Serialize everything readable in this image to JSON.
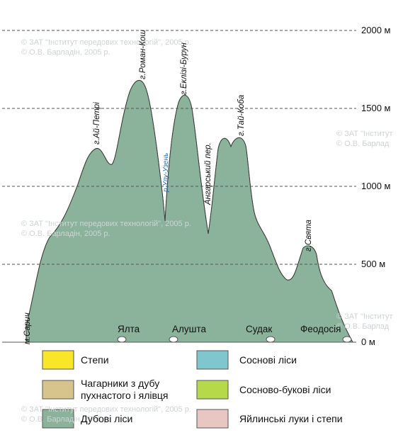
{
  "watermark": {
    "line1": "© ЗАТ \"Інститут передових технологій\", 2005 р.",
    "line2": "© О.В. Барладін, 2005 р.",
    "partial1": "© ЗАТ \"Інститут",
    "partial2": "© О.В. Барлад"
  },
  "elevations": [
    {
      "value": 2000,
      "label": "2000 м"
    },
    {
      "value": 1500,
      "label": "1500 м"
    },
    {
      "value": 1000,
      "label": "1000 м"
    },
    {
      "value": 500,
      "label": "500 м"
    },
    {
      "value": 0,
      "label": "0 м"
    }
  ],
  "peaks": {
    "ai_petri": "г.Ай-Петрі",
    "roman_kosh": "г.Роман-Кош",
    "uzen": "р.Улу-Узень",
    "eklizi_burun": "г.Еклізі-Бурун",
    "angarsky": "Ангарський пер.",
    "tai_koba": "г.Тай-Коба",
    "sviata": "г.Свята",
    "saruch": "м.Сарич"
  },
  "towns": [
    "Ялта",
    "Алушта",
    "Судак",
    "Феодосія"
  ],
  "legend": [
    {
      "label": "Степи",
      "color": "#f9e629"
    },
    {
      "label": "Соснові ліси",
      "color": "#7fc6cf"
    },
    {
      "label": "Чагарники з дубу пухнастого і ялівця",
      "color": "#d7c48d"
    },
    {
      "label": "Сосново-букові ліси",
      "color": "#b5d94a"
    },
    {
      "label": "Дубові ліси",
      "color": "#8bb39c"
    },
    {
      "label": "Яйлинські луки і степи",
      "color": "#e8c7c2"
    }
  ]
}
